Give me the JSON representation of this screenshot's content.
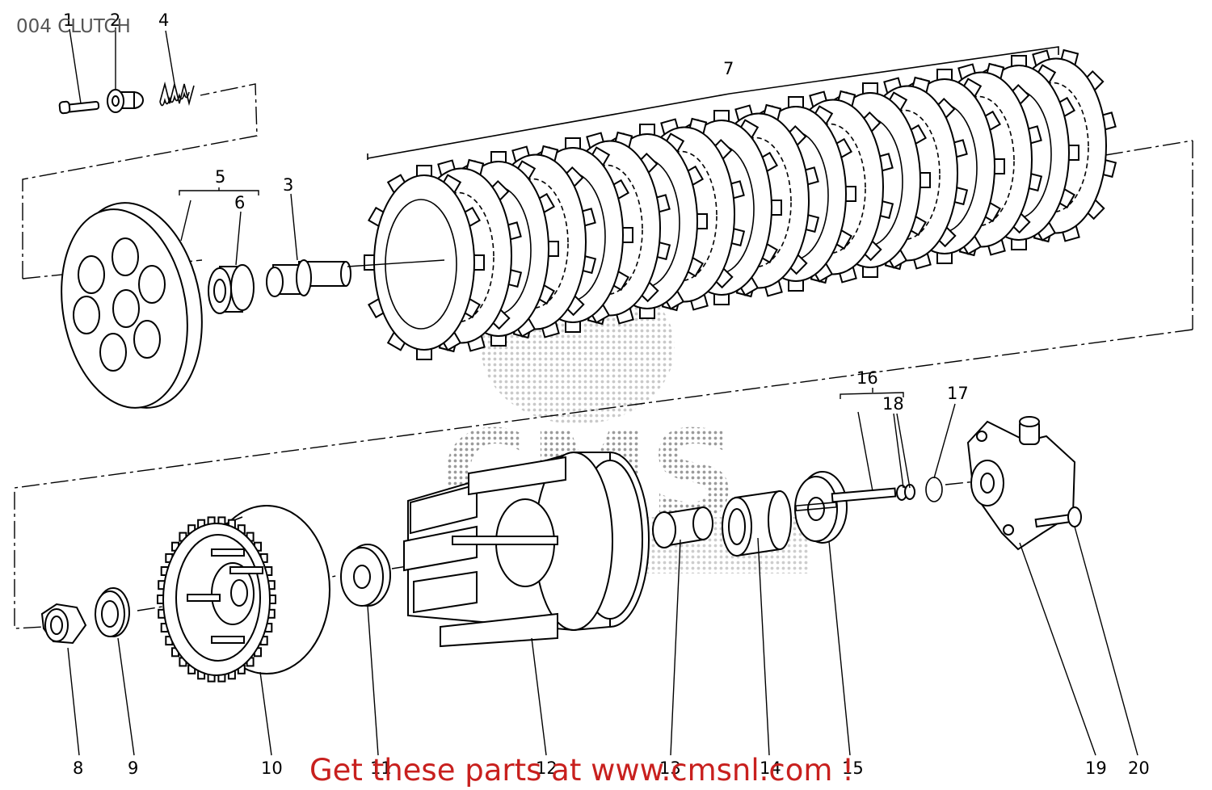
{
  "title": "004 CLUTCH",
  "watermark": "CMS",
  "banner": "Get these parts at www.cmsnl.com !",
  "colors": {
    "banner": "#c8201e",
    "title": "#555555",
    "line": "#000000"
  },
  "callouts": [
    "1",
    "2",
    "3",
    "4",
    "5",
    "6",
    "7",
    "8",
    "9",
    "10",
    "11",
    "12",
    "13",
    "14",
    "15",
    "16",
    "17",
    "18",
    "19",
    "20"
  ]
}
